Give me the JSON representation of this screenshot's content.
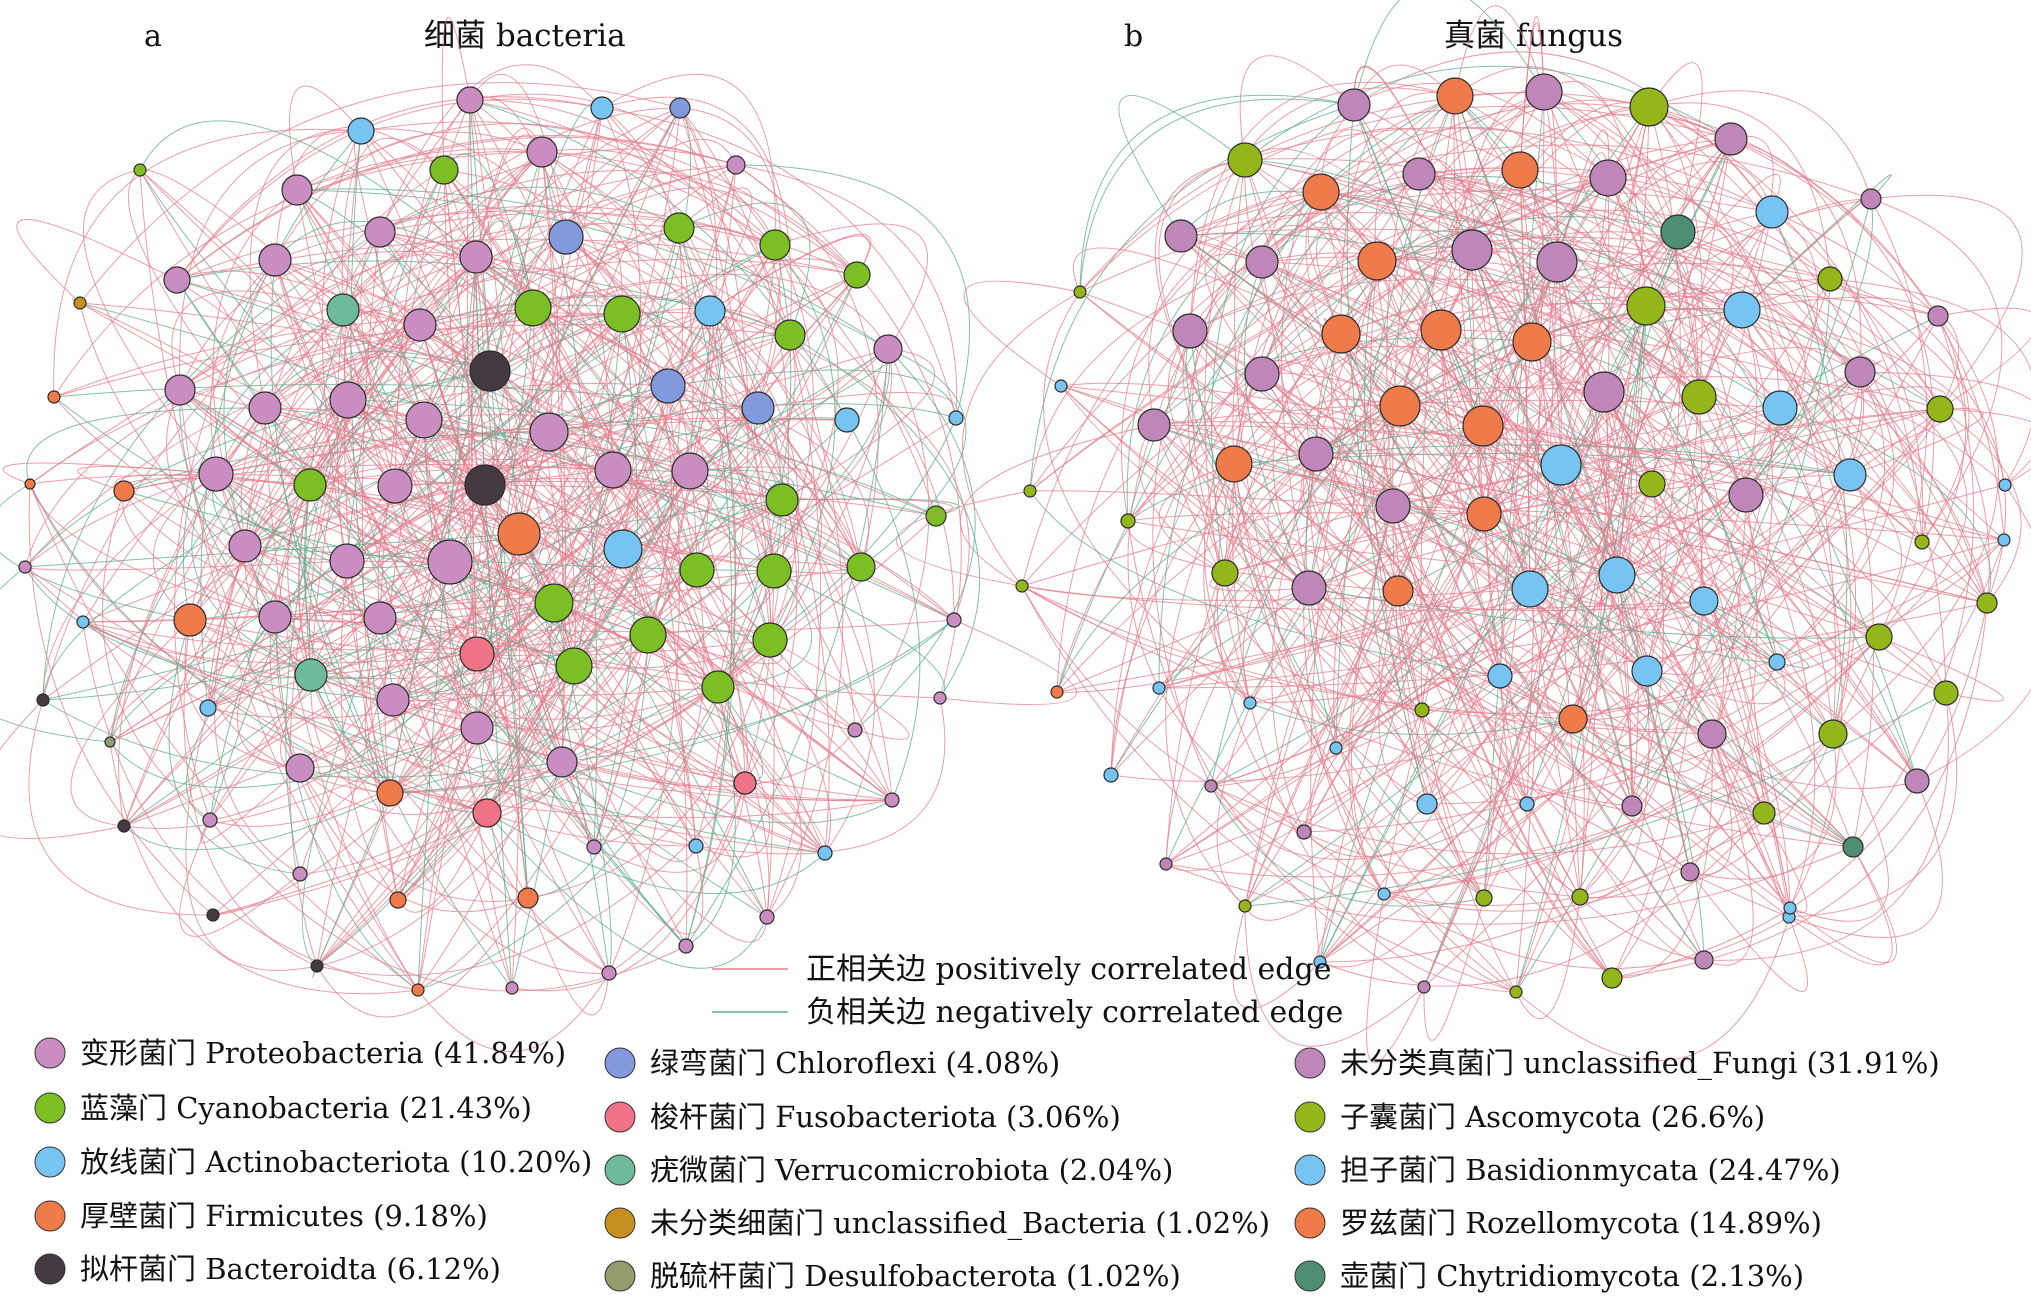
{
  "panels": [
    {
      "letter": "a",
      "title": "细菌 bacteria"
    },
    {
      "letter": "b",
      "title": "真菌 fungus"
    }
  ],
  "edge_legend": [
    {
      "label": "正相关边 positively correlated edge",
      "color": "#e37d8c"
    },
    {
      "label": "负相关边 negatively correlated edge",
      "color": "#5bab8d"
    }
  ],
  "legend": [
    {
      "label": "变形菌门 Proteobacteria (41.84%)",
      "color": "#c98dc1"
    },
    {
      "label": "蓝藻门 Cyanobacteria (21.43%)",
      "color": "#7cbf24"
    },
    {
      "label": "放线菌门 Actinobacteriota (10.20%)",
      "color": "#77c4f2"
    },
    {
      "label": "厚壁菌门 Firmicutes (9.18%)",
      "color": "#ef7b4a"
    },
    {
      "label": "拟杆菌门 Bacteroidta (6.12%)",
      "color": "#443a42"
    },
    {
      "label": "绿弯菌门 Chloroflexi (4.08%)",
      "color": "#8399dd"
    },
    {
      "label": "梭杆菌门 Fusobacteriota (3.06%)",
      "color": "#ef7387"
    },
    {
      "label": "疣微菌门 Verrucomicrobiota (2.04%)",
      "color": "#6dbb9a"
    },
    {
      "label": "未分类细菌门 unclassified_Bacteria (1.02%)",
      "color": "#c69020"
    },
    {
      "label": "脱硫杆菌门 Desulfobacterota (1.02%)",
      "color": "#949d6c"
    },
    {
      "label": "未分类真菌门 unclassified_Fungi (31.91%)",
      "color": "#be86b9"
    },
    {
      "label": "子囊菌门 Ascomycota (26.6%)",
      "color": "#93b61b"
    },
    {
      "label": "担子菌门 Basidionmycata (24.47%)",
      "color": "#77c4f2"
    },
    {
      "label": "罗兹菌门 Rozellomycota (14.89%)",
      "color": "#ef7b4a"
    },
    {
      "label": "壶菌门 Chytridiomycota (2.13%)",
      "color": "#4e8f74"
    }
  ]
}
